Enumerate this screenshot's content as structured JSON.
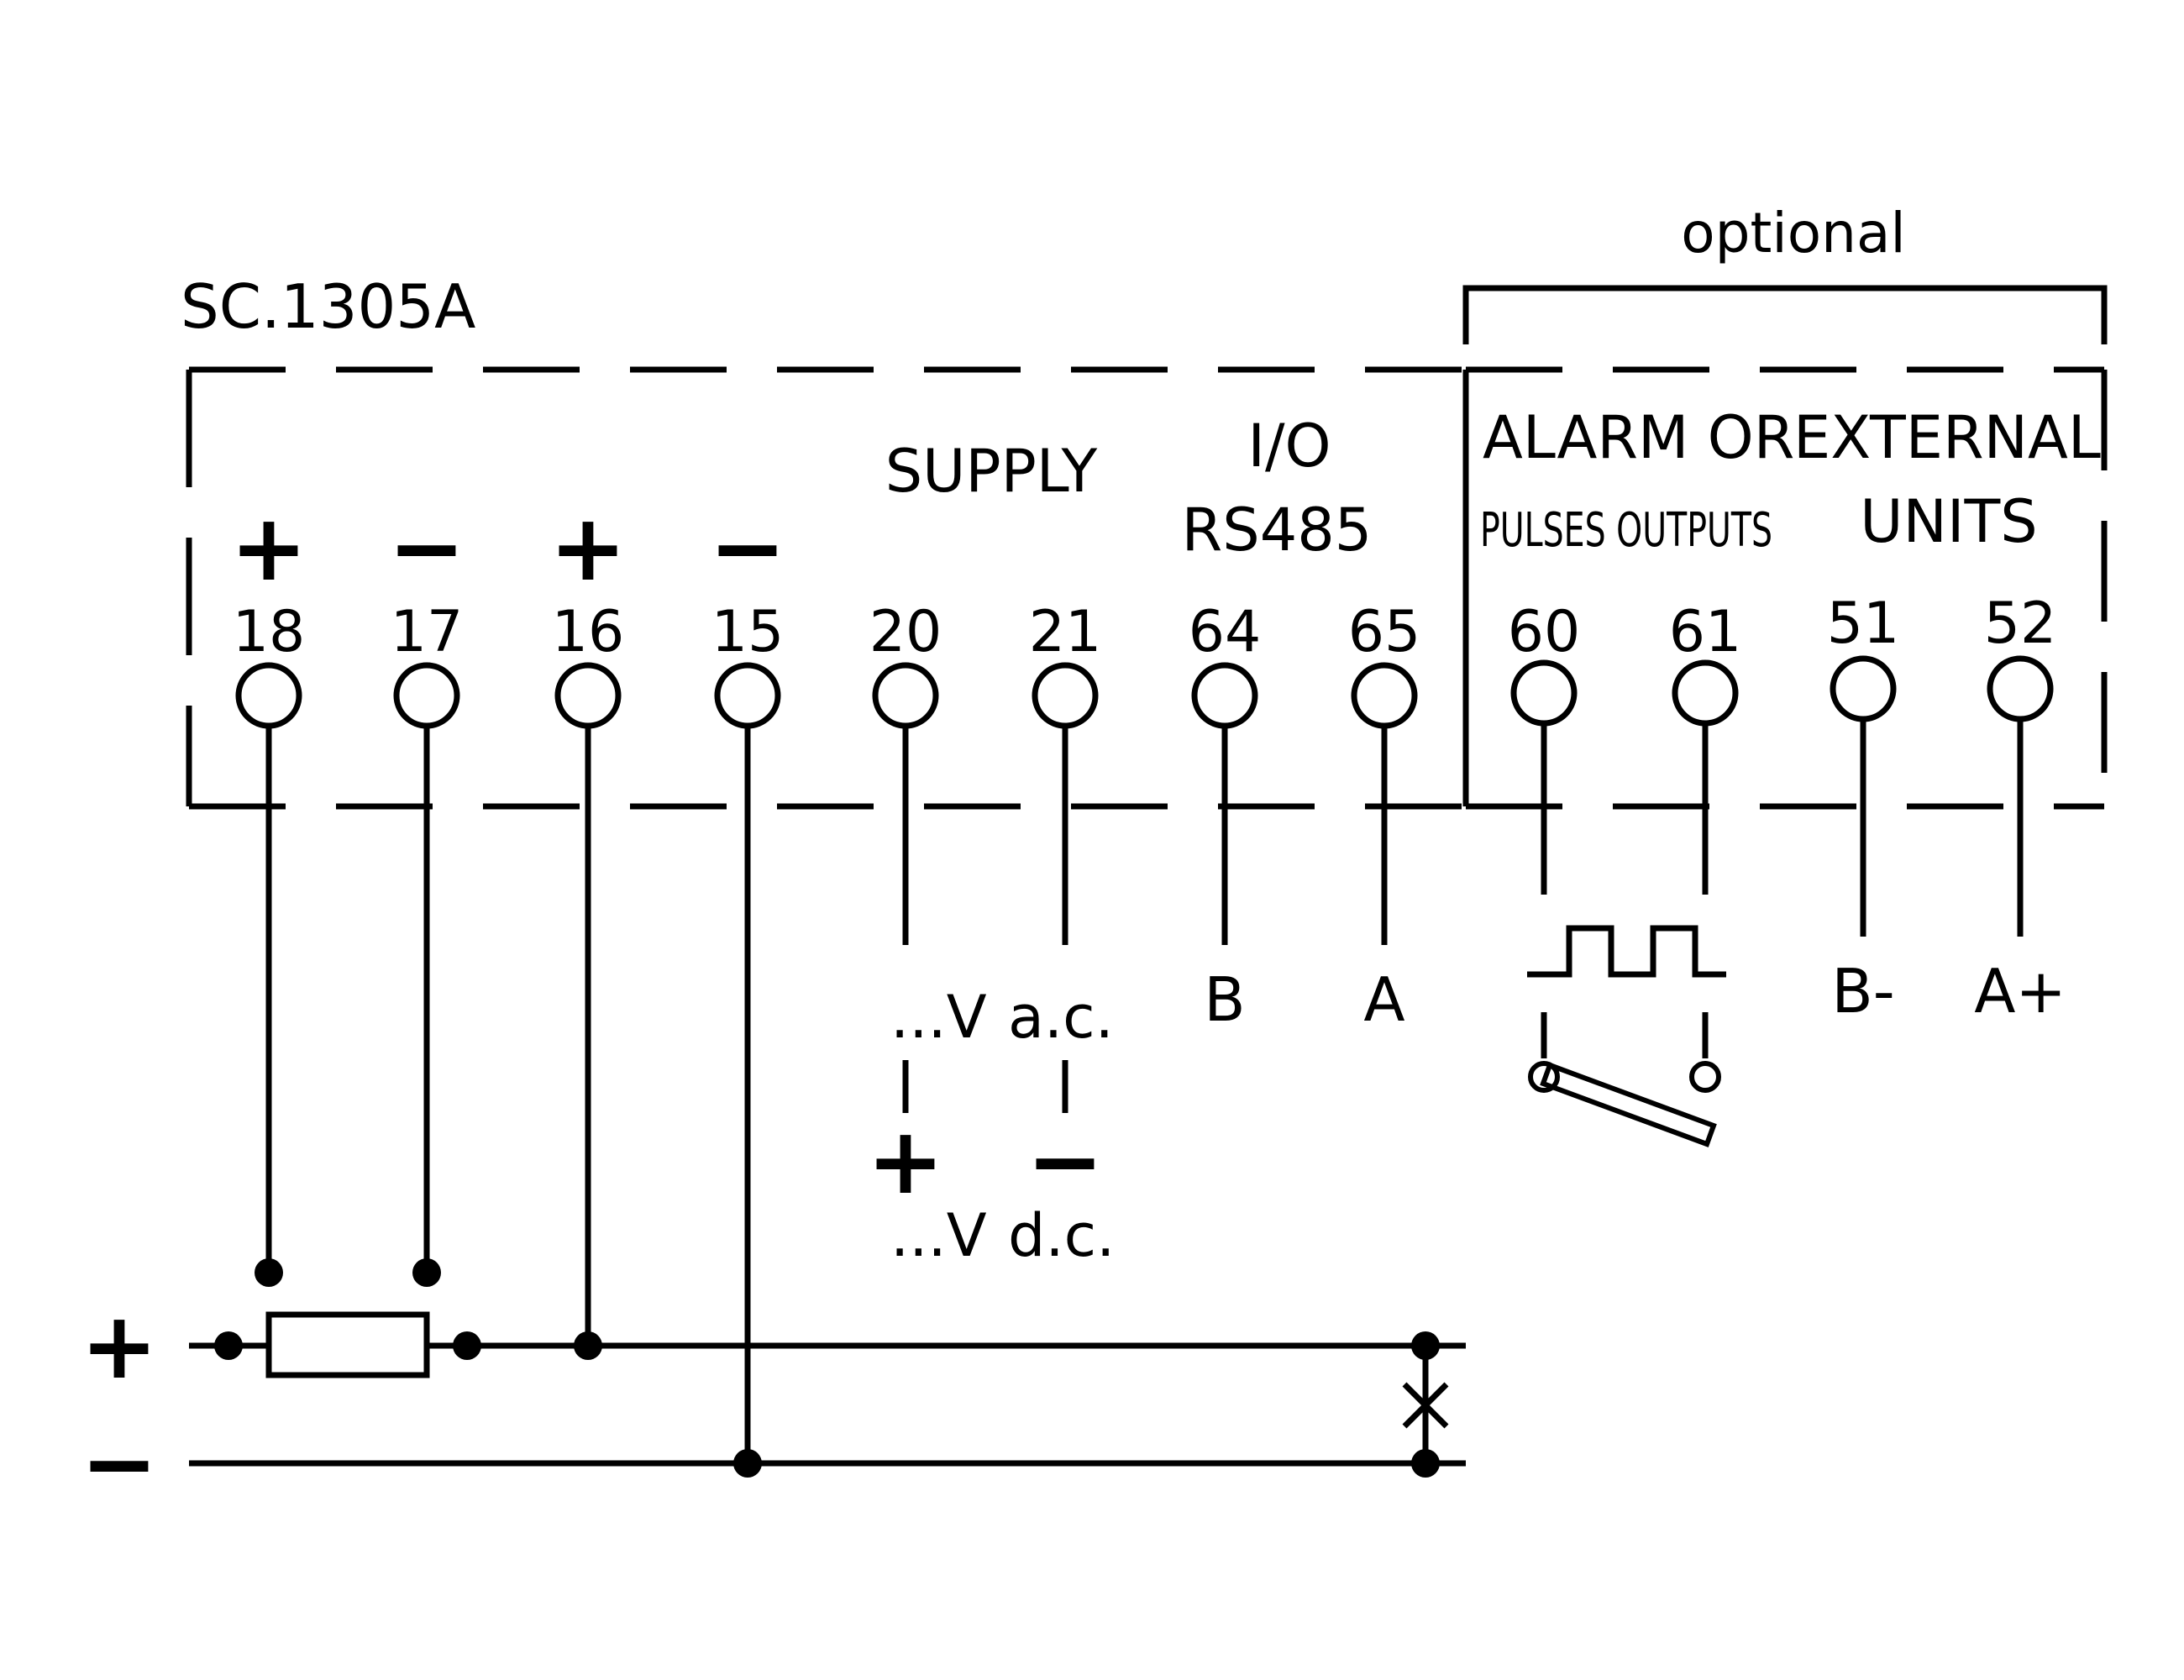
{
  "device": {
    "model": "SC.1305A"
  },
  "optional_label": "optional",
  "section_labels": {
    "supply": "SUPPLY",
    "io_line1": "I/O",
    "io_line2": "RS485",
    "alarm_line1": "ALARM OR",
    "external_line1": "EXTERNAL",
    "external_line2": "UNITS",
    "pulses_outputs": "PULSES OUTPUTS"
  },
  "polarity_marks": {
    "t18": "+",
    "t17": "−",
    "t16": "+",
    "t15": "−"
  },
  "terminals": [
    {
      "id": "18"
    },
    {
      "id": "17"
    },
    {
      "id": "16"
    },
    {
      "id": "15"
    },
    {
      "id": "20"
    },
    {
      "id": "21"
    },
    {
      "id": "64"
    },
    {
      "id": "65"
    },
    {
      "id": "60"
    },
    {
      "id": "61"
    },
    {
      "id": "51"
    },
    {
      "id": "52"
    }
  ],
  "supply_labels": {
    "ac_left": "...V",
    "ac_right": "a.c.",
    "dc_plus": "+",
    "dc_minus": "−",
    "dc_left": "...V",
    "dc_right": "d.c."
  },
  "rs485_labels": {
    "b": "B",
    "a": "A"
  },
  "external_labels": {
    "b_minus": "B-",
    "a_plus": "A+"
  },
  "bus_labels": {
    "plus": "+",
    "minus": "−"
  }
}
